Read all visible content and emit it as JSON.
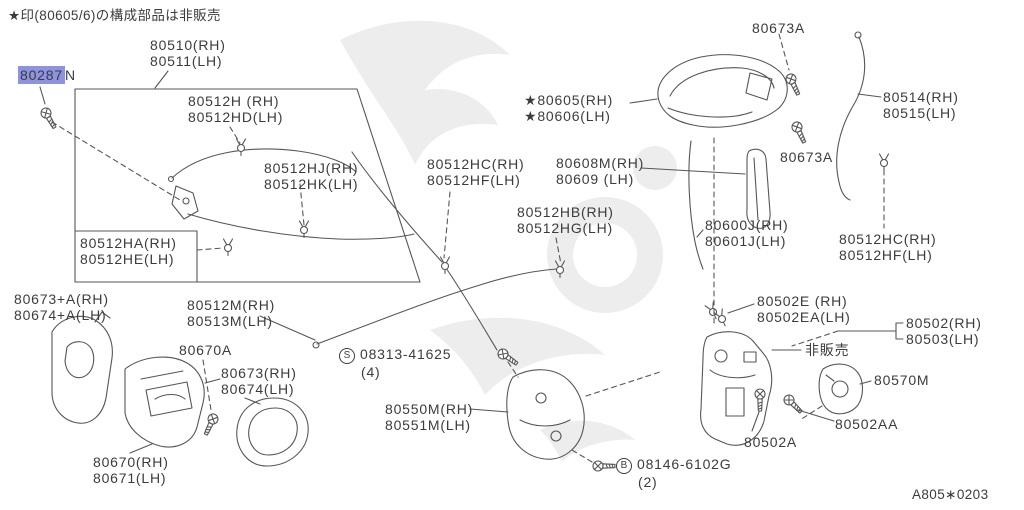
{
  "colors": {
    "selection": "#8d93dc",
    "line": "#565656",
    "text": "#3c3c3c",
    "watermark": "#ededed"
  },
  "page": {
    "note": "★印(80605/6)の構成部品は非販売",
    "not_sold": "非販売",
    "diagram_code": "A805∗0203"
  },
  "labels": {
    "p80287": {
      "selected": "80287",
      "suffix": "N"
    },
    "p80510": {
      "line1": "80510(RH)",
      "line2": "80511(LH)"
    },
    "p80512h": {
      "line1": "80512H (RH)",
      "line2": "80512HD(LH)"
    },
    "p80512hj": {
      "line1": "80512HJ(RH)",
      "line2": "80512HK(LH)"
    },
    "p80512ha": {
      "line1": "80512HA(RH)",
      "line2": "80512HE(LH)"
    },
    "p80512hc_center": {
      "line1": "80512HC(RH)",
      "line2": "80512HF(LH)"
    },
    "p80512hb": {
      "line1": "80512HB(RH)",
      "line2": "80512HG(LH)"
    },
    "p80605": {
      "line1": "★80605(RH)",
      "line2": "★80606(LH)"
    },
    "p80608m": {
      "line1": "80608M(RH)",
      "line2": "80609 (LH)"
    },
    "p80673a_top": {
      "line1": "80673A"
    },
    "p80673a_mid": {
      "line1": "80673A"
    },
    "p80514": {
      "line1": "80514(RH)",
      "line2": "80515(LH)"
    },
    "p80600j": {
      "line1": "80600J(RH)",
      "line2": "80601J(LH)"
    },
    "p80512hc_right": {
      "line1": "80512HC(RH)",
      "line2": "80512HF(LH)"
    },
    "p80502e": {
      "line1": "80502E (RH)",
      "line2": "80502EA(LH)"
    },
    "p80502": {
      "line1": "80502(RH)",
      "line2": "80503(LH)"
    },
    "p80570m": {
      "line1": "80570M"
    },
    "p80502aa": {
      "line1": "80502AA"
    },
    "p80502a": {
      "line1": "80502A"
    },
    "p80673a_plus": {
      "line1": "80673+A(RH)",
      "line2": "80674+A(LH)"
    },
    "p80670a": {
      "line1": "80670A"
    },
    "p80673": {
      "line1": "80673(RH)",
      "line2": "80674(LH)"
    },
    "p80512m": {
      "line1": "80512M(RH)",
      "line2": "80513M(LH)"
    },
    "s08313": {
      "badge": "S",
      "number": "08313-41625",
      "qty": "(4)"
    },
    "p80550m": {
      "line1": "80550M(RH)",
      "line2": "80551M(LH)"
    },
    "p80670": {
      "line1": "80670(RH)",
      "line2": "80671(LH)"
    },
    "b08146": {
      "badge": "B",
      "number": "08146-6102G",
      "qty": "(2)"
    }
  }
}
